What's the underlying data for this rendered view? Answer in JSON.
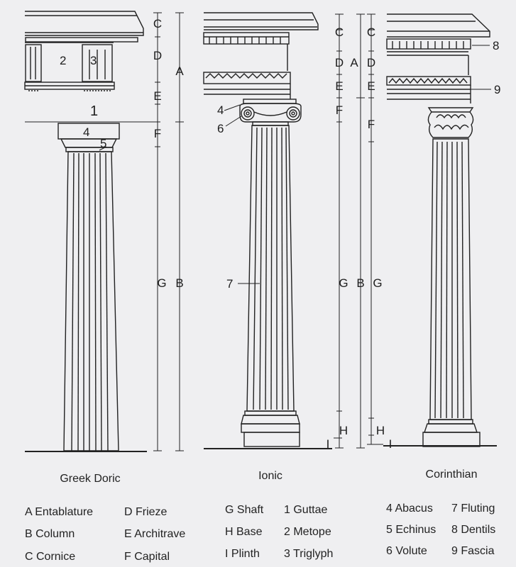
{
  "captions": {
    "doric": "Greek Doric",
    "ionic": "Ionic",
    "corinthian": "Corinthian"
  },
  "dims": {
    "C": "C",
    "D": "D",
    "E": "E",
    "F": "F",
    "A": "A",
    "G": "G",
    "B": "B",
    "H": "H",
    "I": "I"
  },
  "nums": {
    "n1": "1",
    "n2": "2",
    "n3": "3",
    "n4": "4",
    "n5": "5",
    "n6": "6",
    "n7": "7",
    "n8": "8",
    "n9": "9"
  },
  "legend": {
    "a": "A Entablature",
    "b": "B Column",
    "c": "C Cornice",
    "d": "D Frieze",
    "e": "E Architrave",
    "f": "F Capital",
    "g": "G Shaft",
    "h": "H Base",
    "i": "I Plinth",
    "one": "1  Guttae",
    "two": "2  Metope",
    "three": "3  Triglyph",
    "four": "4 Abacus",
    "five": "5 Echinus",
    "six": "6 Volute",
    "seven": "7 Fluting",
    "eight": "8 Dentils",
    "nine": "9 Fascia"
  }
}
